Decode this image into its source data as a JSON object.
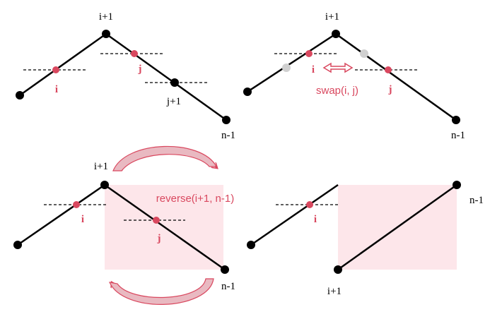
{
  "colors": {
    "accent": "#d9485f",
    "line": "#000000",
    "highlight": "#fde6ea",
    "grey_dot": "#d0d0d0"
  },
  "panels": {
    "top_left": {
      "label_i": "i",
      "label_j": "j",
      "label_ip1": "i+1",
      "label_jp1": "j+1",
      "label_nm1": "n-1"
    },
    "top_right": {
      "label_i": "i",
      "label_j": "j",
      "label_ip1": "i+1",
      "label_nm1": "n-1",
      "swap_label": "swap(i, j)"
    },
    "bottom_left": {
      "label_i": "i",
      "label_j": "j",
      "label_ip1": "i+1",
      "label_nm1": "n-1",
      "reverse_label": "reverse(i+1, n-1)"
    },
    "bottom_right": {
      "label_i": "i",
      "label_ip1": "i+1",
      "label_nm1": "n-1"
    }
  }
}
